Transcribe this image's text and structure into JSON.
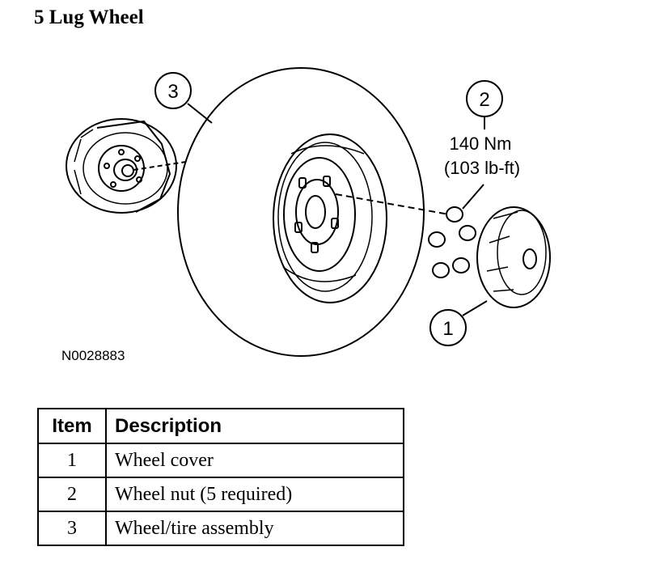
{
  "title": "5 Lug Wheel",
  "figure_id": "N0028883",
  "callouts": [
    {
      "number": "3",
      "label": "Wheel/tire assembly"
    },
    {
      "number": "2",
      "torque_nm": "140 Nm",
      "torque_lbft": "(103 lb-ft)"
    },
    {
      "number": "1"
    }
  ],
  "table": {
    "headers": [
      "Item",
      "Description"
    ],
    "rows": [
      {
        "item": "1",
        "description": "Wheel cover"
      },
      {
        "item": "2",
        "description": "Wheel nut (5 required)"
      },
      {
        "item": "3",
        "description": "Wheel/tire assembly"
      }
    ]
  }
}
